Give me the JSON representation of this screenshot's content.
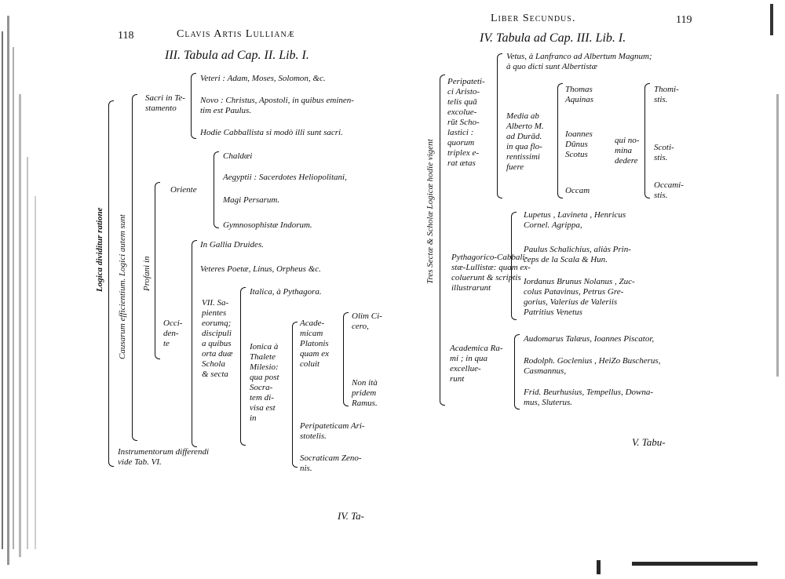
{
  "left_page": {
    "page_number": "118",
    "running_head": "Clavis Artis Lullianæ",
    "title": "III. Tabula ad Cap. II. Lib. I.",
    "vertical_labels": {
      "logica": "Logica dividitur ratione",
      "causarum": "Causarum efficientium. Logici autem sunt",
      "profani": "Profani in"
    },
    "sacri_label": "Sacri in Te-\nstamento",
    "sacri_items": [
      "Veteri : Adam, Moses, Solomon, &c.",
      "Novo : Christus, Apostoli, in quibus eminen-\ntim est Paulus.",
      "Hodie Cabballista si modò illi sunt sacri."
    ],
    "oriente_label": "Oriente",
    "oriente_items": [
      "Chaldæi",
      "Aegyptii : Sacerdotes Heliopolitani,",
      "Magi Persarum.",
      "Gymnosophistæ Indorum."
    ],
    "occidente_label": "Occi-\nden-\nte",
    "occidente_items": [
      "In Gallia Druides.",
      "Veteres Poetæ, Linus, Orpheus &c."
    ],
    "sapientes_label": "VII. Sa-\npientes\neorumq;\ndiscipuli\na quibus\norta duæ\nSchola\n& secta",
    "italica": "Italica, à Pythagora.",
    "ionica_label": "Ionica à\nThalete\nMilesio:\nqua post\nSocra-\ntem di-\nvisa est\nin",
    "academicam_label": "Acade-\nmicam\nPlatonis\nquam ex\ncoluit",
    "olim": "Olim Ci-\ncero,",
    "non_ita": "Non ità\npridem\nRamus.",
    "peripateticam": "Peripateticam Ari-\nstotelis.",
    "socraticam": "Socraticam Zeno-\nnis.",
    "instrumentorum": "Instrumentorum differendi\nvide Tab. VI.",
    "catchword": "IV. Ta-"
  },
  "right_page": {
    "page_number": "119",
    "running_head": "Liber Secundus.",
    "title": "IV. Tabula ad Cap. III. Lib. I.",
    "vertical_label": "Tres Sectæ & Scholæ Logicæ hodie vigent",
    "peripatetici_label": "Peripateti-\nci Aristo-\ntelis quā\nexcolue-\nrūt Scho-\nlastici :\nquorum\ntriplex e-\nrat ætas",
    "vetus": "Vetus, à Lanfranco ad Albertum Magnum;\nà quo dicti sunt Albertistæ",
    "media": "Media ab\nAlberto M.\nad Durād.\nin qua flo-\nrentissimi\nfuere",
    "thomas": "Thomas\nAquinas",
    "scotus": "Ioannes\nDūnus\nScotus",
    "occam": "Occam",
    "qui_nomina": "qui no-\nmina\ndedere",
    "thomistis": "Thomi-\nstis.",
    "scotistis": "Scoti-\nstis.",
    "occamistis": "Occami-\nstis.",
    "pythagorico_label": "Pythagorico-Cabbali-\nstæ-Lullistæ: quam ex-\ncoluerunt & scriptis\nillustrarunt",
    "pythagorico_items": [
      "Lupetus , Lavineta , Henricus\nCornel. Agrippa,",
      "Paulus Schalichius, aliàs Prin-\nceps de la Scala & Hun.",
      "Iordanus Brunus Nolanus , Zuc-\ncolus Patavinus, Petrus Gre-\ngorius, Valerius de Valeriis\nPatritius Venetus"
    ],
    "academica_label": "Academica Ra-\nmi ; in qua\nexcellue-\nrunt",
    "academica_items": [
      "Audomarus Talæus, Ioannes Piscator,",
      "Rodolph. Goclenius , HeiZo Buscherus,\nCasmannus,",
      "Frid. Beurhusius, Tempellus, Downa-\nmus, Sluterus."
    ],
    "catchword": "V. Tabu-"
  },
  "colors": {
    "ink": "#111111",
    "paper": "#ffffff"
  }
}
